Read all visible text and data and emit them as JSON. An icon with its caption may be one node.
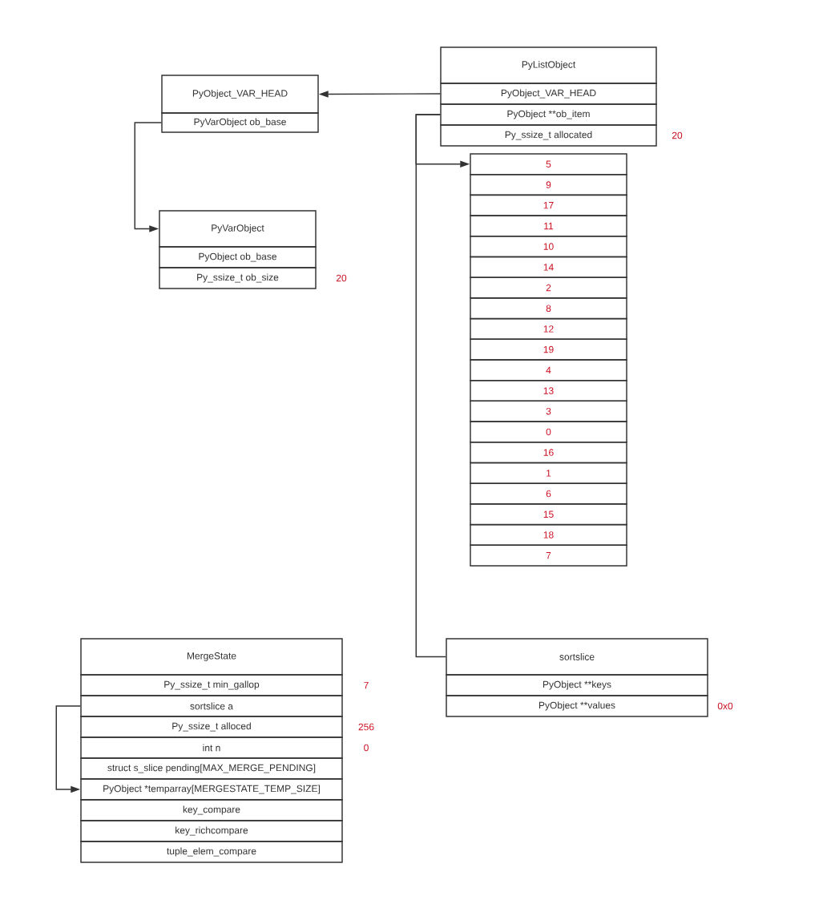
{
  "diagram": {
    "nodes": [
      {
        "text": [
          "PyObject_VAR_HEAD"
        ]
      },
      {
        "text": [
          "PyVarObject ob_base"
        ]
      },
      {
        "text": [
          "PyListObject"
        ]
      },
      {
        "text": [
          "PyObject_VAR_HEAD"
        ]
      },
      {
        "text": [
          "PyObject **ob_item"
        ]
      },
      {
        "text": [
          "Py_ssize_t allocated"
        ],
        "beside": [
          "20"
        ]
      },
      {
        "text": [
          "PyVarObject"
        ]
      },
      {
        "text": [
          "PyObject ob_base"
        ]
      },
      {
        "text": [
          "Py_ssize_t ob_size"
        ],
        "beside": [
          "20"
        ]
      },
      {
        "text": [
          "5"
        ]
      },
      {
        "text": [
          "9"
        ]
      },
      {
        "text": [
          "17"
        ]
      },
      {
        "text": [
          "11"
        ]
      },
      {
        "text": [
          "10"
        ]
      },
      {
        "text": [
          "14"
        ]
      },
      {
        "text": [
          "2"
        ]
      },
      {
        "text": [
          "8"
        ]
      },
      {
        "text": [
          "12"
        ]
      },
      {
        "text": [
          "19"
        ]
      },
      {
        "text": [
          "4"
        ]
      },
      {
        "text": [
          "13"
        ]
      },
      {
        "text": [
          "3"
        ]
      },
      {
        "text": [
          "0"
        ]
      },
      {
        "text": [
          "16"
        ]
      },
      {
        "text": [
          "1"
        ]
      },
      {
        "text": [
          "6"
        ]
      },
      {
        "text": [
          "15"
        ]
      },
      {
        "text": [
          "18"
        ]
      },
      {
        "text": [
          "7"
        ]
      },
      {
        "text": [
          "MergeState"
        ]
      },
      {
        "text": [
          "Py_ssize_t min_gallop"
        ],
        "beside": [
          "7"
        ]
      },
      {
        "text": [
          "sortslice a"
        ]
      },
      {
        "text": [
          "Py_ssize_t alloced"
        ],
        "beside": [
          "256"
        ]
      },
      {
        "text": [
          "int n"
        ],
        "beside": [
          "0"
        ]
      },
      {
        "text": [
          "struct s_slice pending[MAX_MERGE_PENDING]"
        ]
      },
      {
        "text": [
          "PyObject *temparray[MERGESTATE_TEMP_SIZE]"
        ]
      },
      {
        "text": [
          "key_compare"
        ]
      },
      {
        "text": [
          "key_richcompare"
        ]
      },
      {
        "text": [
          "tuple_elem_compare"
        ]
      },
      {
        "text": [
          "sortslice"
        ]
      },
      {
        "text": [
          "PyObject **keys"
        ]
      },
      {
        "text": [
          "PyObject **values"
        ],
        "beside": [
          "0x0"
        ]
      }
    ],
    "edges": [
      {
        "from": 3,
        "to": 0,
        "arrow": "to"
      },
      {
        "from": 1,
        "to": 6,
        "arrow": "to"
      },
      {
        "from": 4,
        "to": 9,
        "arrow": "to"
      },
      {
        "from": 4,
        "to": 39,
        "arrow": "none"
      },
      {
        "from": 31,
        "to": 35,
        "arrow": "to"
      }
    ]
  }
}
